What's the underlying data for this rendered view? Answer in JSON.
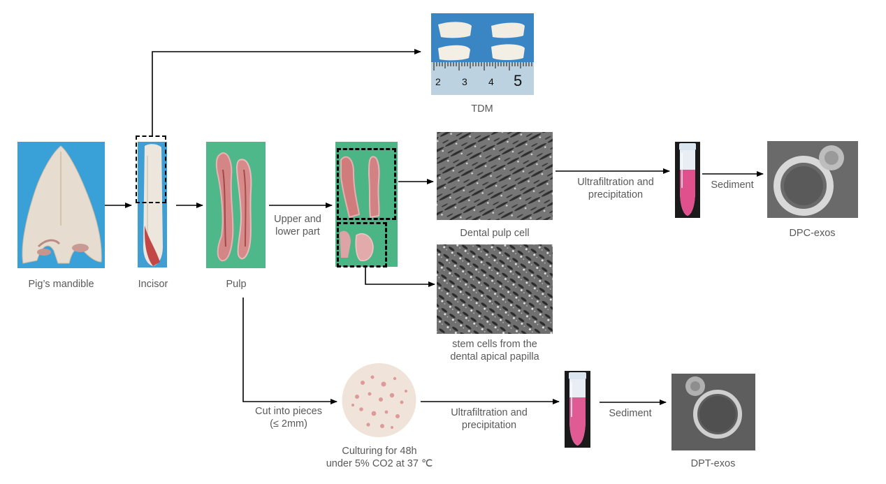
{
  "labels": {
    "pigs_mandible": "Pig’s mandible",
    "incisor": "Incisor",
    "pulp": "Pulp",
    "upper_lower": "Upper and\nlower part",
    "tdm": "TDM",
    "dental_pulp_cell": "Dental pulp cell",
    "scap": "stem cells from the\ndental apical papilla",
    "ultrafiltration_top": "Ultrafiltration and\nprecipitation",
    "sediment_top": "Sediment",
    "dpc_exos": "DPC-exos",
    "cut_pieces": "Cut into pieces\n(≤ 2mm)",
    "culturing": "Culturing for 48h\nunder 5% CO2 at 37 ℃",
    "ultrafiltration_bottom": "Ultrafiltration and\nprecipitation",
    "sediment_bottom": "Sediment",
    "dpt_exos": "DPT-exos"
  },
  "ruler": {
    "numbers": [
      "2",
      "3",
      "4",
      "5"
    ]
  },
  "colors": {
    "arrow": "#000000",
    "label": "#595959",
    "photo_blue": "#3aa0d8",
    "pulp_green": "#4fb88a",
    "tissue_pink": "#d88a8a",
    "tube_pink": "#e0508c"
  }
}
